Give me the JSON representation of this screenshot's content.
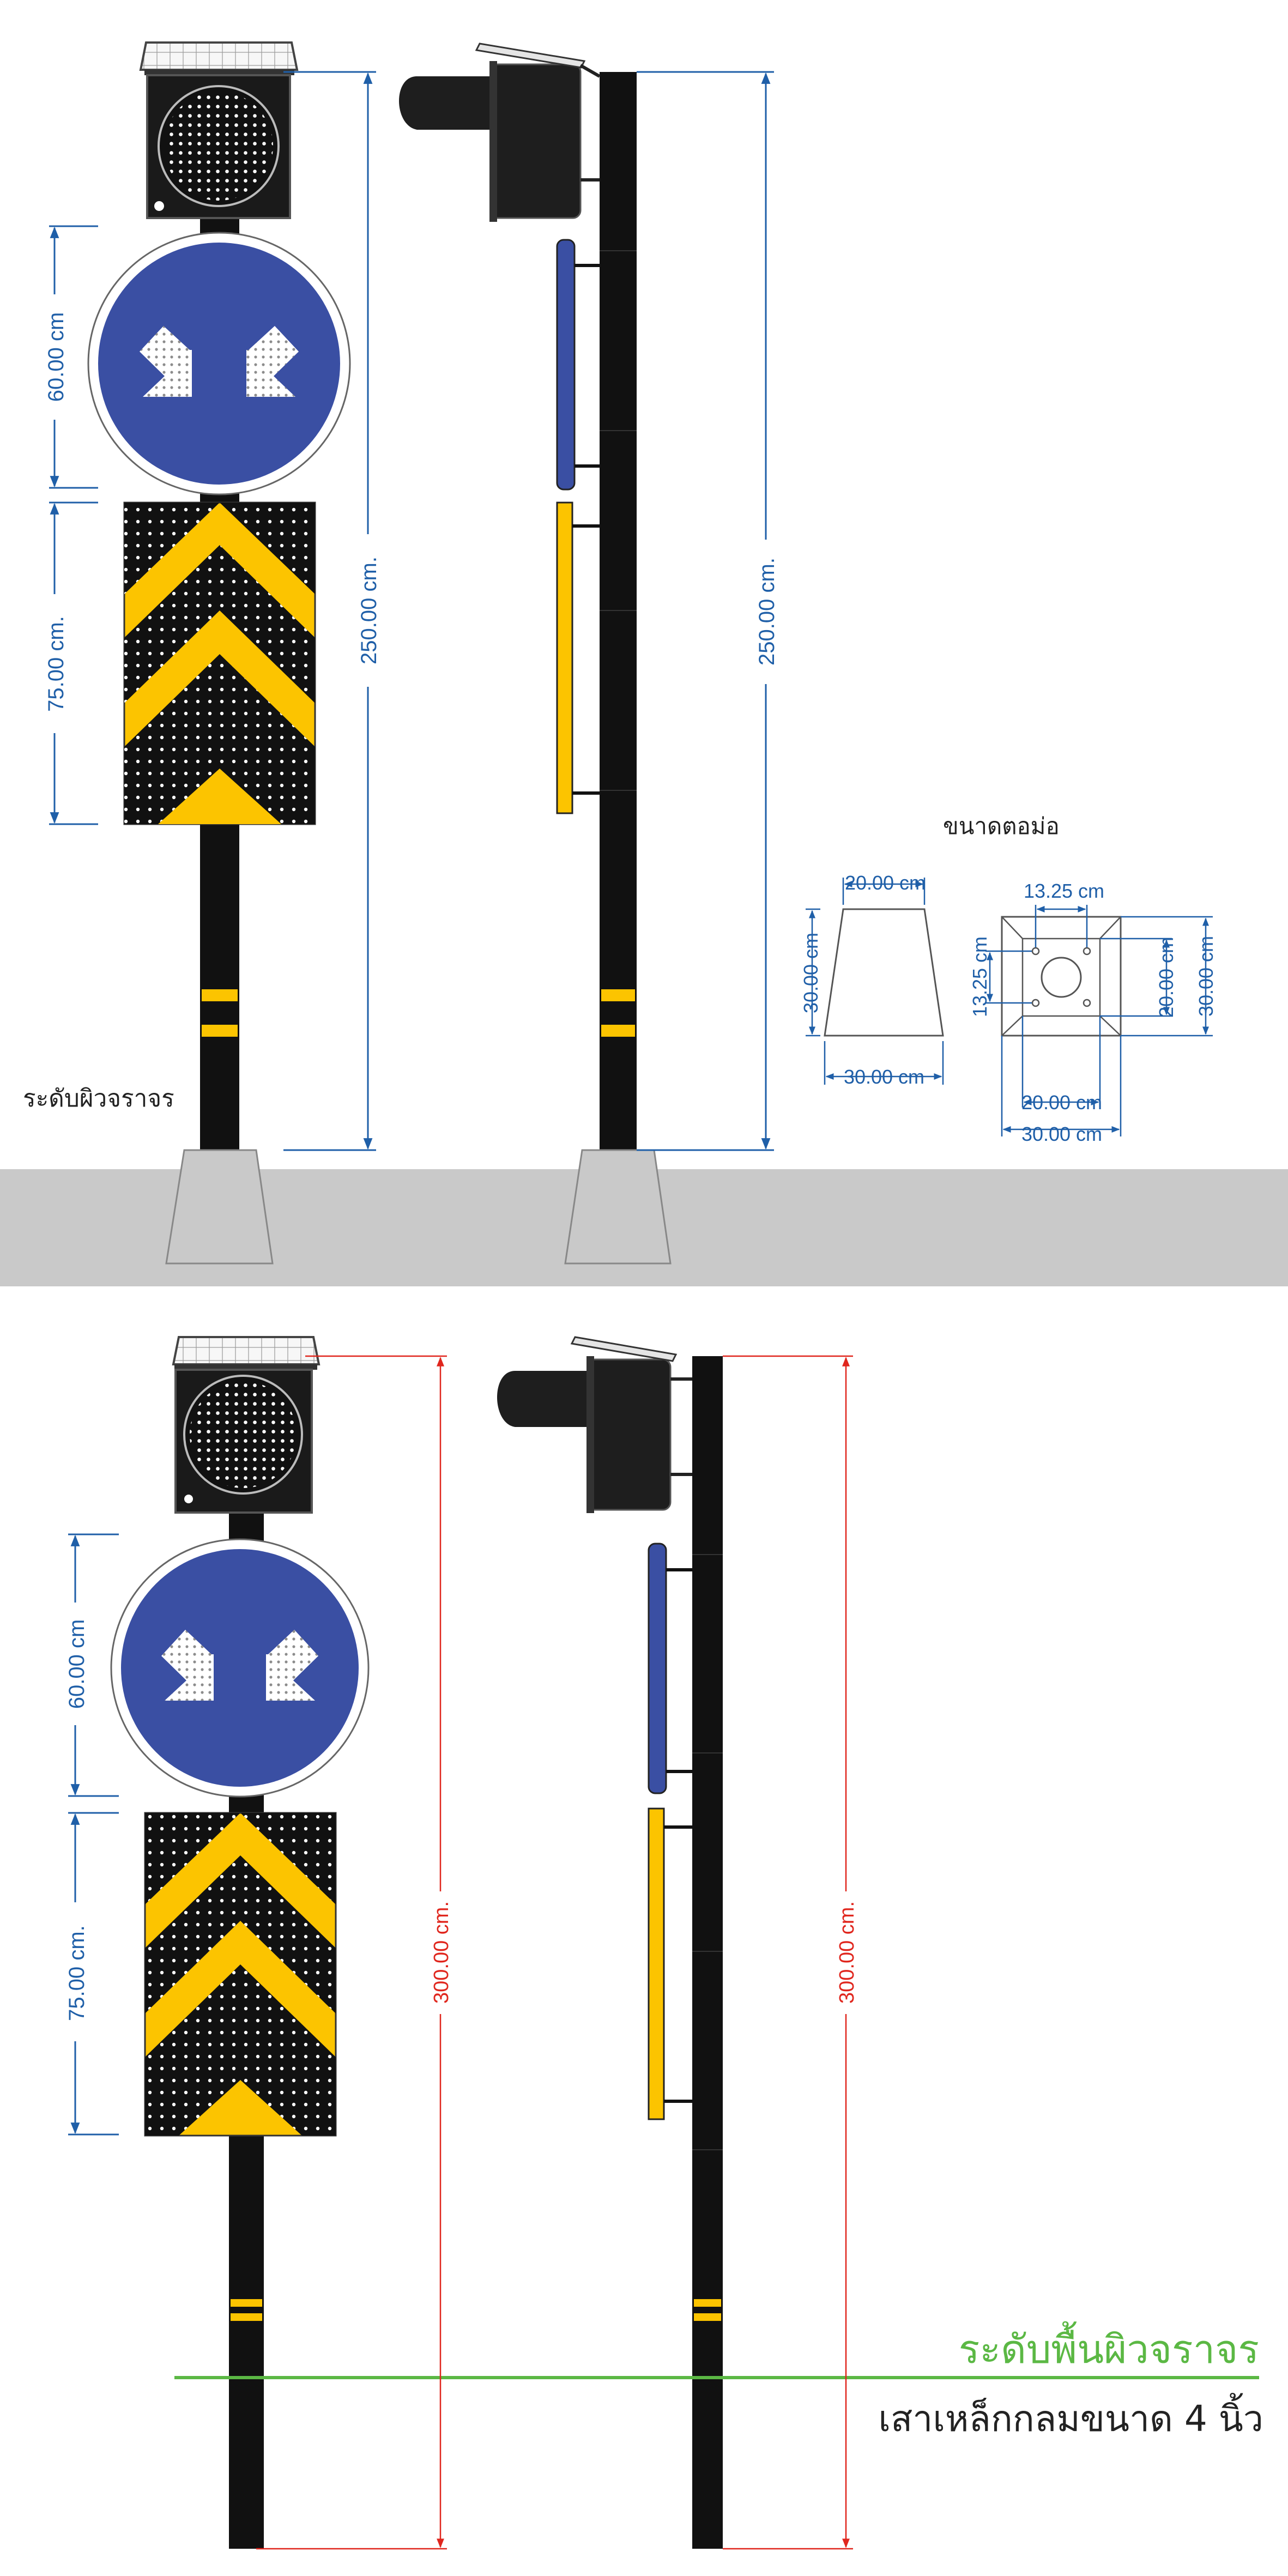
{
  "colors": {
    "sign_blue": "#3a4fa3",
    "chevron_yellow": "#fcc400",
    "pole_black": "#111111",
    "ground_gray": "#c9c9c9",
    "dimension_blue": "#1f5fa8",
    "dimension_red": "#e0261d",
    "ground_line_green": "#5bb844"
  },
  "top_drawing": {
    "sign_height_label": "60.00 cm",
    "chevron_height_label": "75.00 cm.",
    "front_total_label": "250.00 cm.",
    "side_total_label": "250.00 cm.",
    "road_level_label": "ระดับผิวจราจร",
    "footing": {
      "title": "ขนาดตอม่อ",
      "side_top_width": "20.00 cm",
      "side_height": "30.00 cm",
      "side_bottom_width": "30.00 cm",
      "plan_inner_top": "13.25 cm",
      "plan_inner_left": "13.25 cm",
      "plan_inner_right": "20.00 cm",
      "plan_outer_right": "30.00 cm",
      "plan_inner_bottom": "20.00 cm",
      "plan_outer_bottom": "30.00 cm"
    }
  },
  "bottom_drawing": {
    "sign_height_label": "60.00 cm",
    "chevron_height_label": "75.00 cm.",
    "front_total_label": "300.00 cm.",
    "side_total_label": "300.00 cm.",
    "ground_level_label": "ระดับพื้นผิวจราจร",
    "pole_spec_label": "เสาเหล็กกลมขนาด 4 นิ้ว"
  },
  "icons": [
    "solar-panel-icon",
    "led-flasher-icon",
    "keep-left-right-arrows-icon",
    "chevron-arrow-icon"
  ]
}
